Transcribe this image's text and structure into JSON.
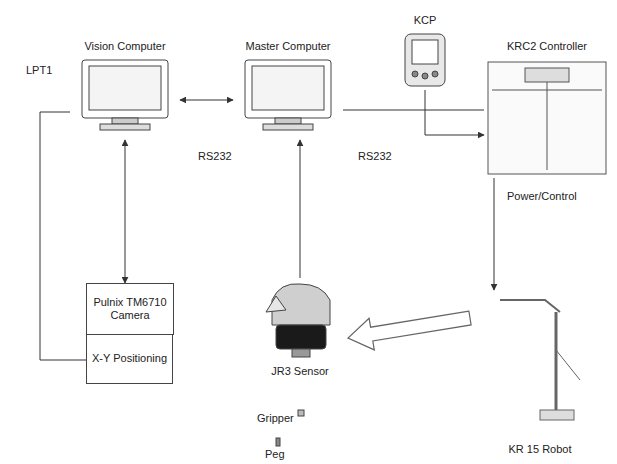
{
  "diagram": {
    "nodes": [
      {
        "text": [
          "Vision Computer"
        ]
      },
      {
        "text": [
          "Master Computer"
        ]
      },
      {
        "text": [
          "KCP"
        ]
      },
      {
        "text": [
          "KRC2 Controller"
        ]
      },
      {
        "text": [
          "Pulnix TM6710 Camera"
        ]
      },
      {
        "text": [
          "X-Y Positioning"
        ]
      },
      {
        "text": [
          "JR3 Sensor"
        ]
      },
      {
        "text": [
          "KR 15 Robot"
        ]
      }
    ],
    "edges": [
      {
        "from": 0,
        "to": 1,
        "arrow": "both"
      },
      {
        "from": 0,
        "to": 4,
        "arrow": "both"
      },
      {
        "from": 0,
        "to": 5,
        "arrow": "none"
      },
      {
        "from": 6,
        "to": 1,
        "arrow": "to"
      },
      {
        "from": 1,
        "to": 3,
        "arrow": "none"
      },
      {
        "from": 2,
        "to": 3,
        "arrow": "to"
      },
      {
        "from": 3,
        "to": 7,
        "arrow": "to"
      },
      {
        "from": 7,
        "to": 6,
        "arrow": "to"
      }
    ],
    "labels": [
      "LPT1",
      "RS232",
      "RS232",
      "Power/Control",
      "Gripper",
      "Peg"
    ]
  }
}
